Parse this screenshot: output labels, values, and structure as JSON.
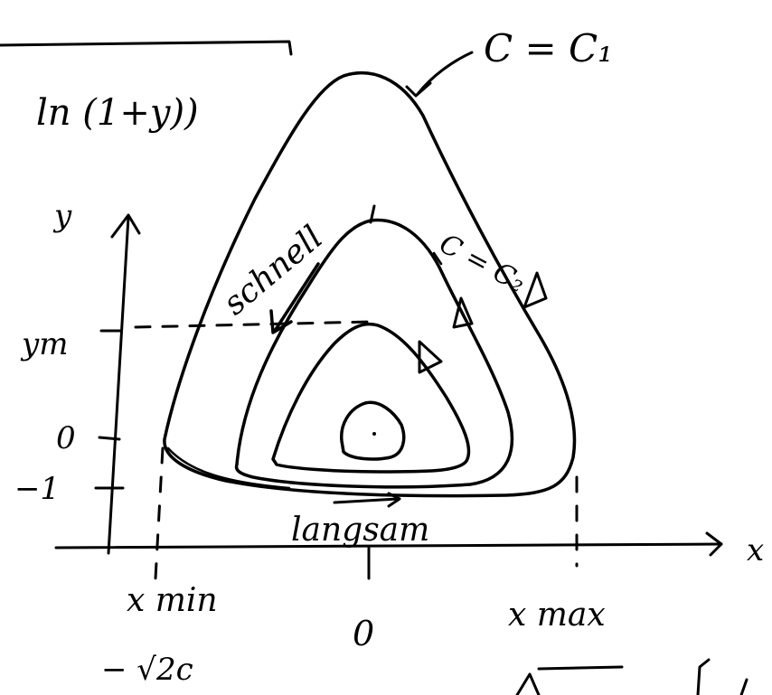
{
  "labels": {
    "c1": "C = C₁",
    "c2": "C = C₂",
    "log_term": "ln (1+y))",
    "y_axis": "y",
    "x_axis": "x",
    "y_m": "ym",
    "zero_y": "0",
    "minus_one": "−1",
    "fast": "schnell",
    "slow": "langsam",
    "x_min": "x min",
    "x_max": "x max",
    "zero_x": "0",
    "neg_sqrt": "− √2c"
  }
}
